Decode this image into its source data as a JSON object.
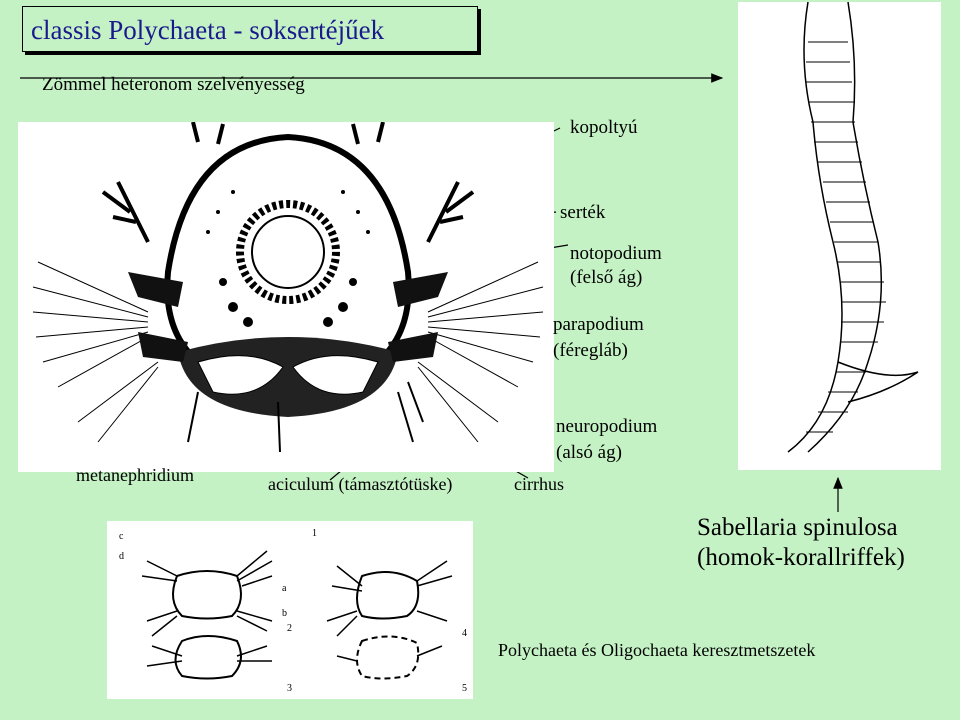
{
  "title": "classis Polychaeta - soksertéjűek",
  "subtitle": "Zömmel heteronom szelvényesség",
  "labels": {
    "kopoltyu": "kopoltyú",
    "sertek": "serték",
    "notopodium": "notopodium",
    "notopodium_sub": "(felső ág)",
    "parapodium": "parapodium",
    "parapodium_sub": "(féregláb)",
    "neuropodium": "neuropodium",
    "neuropodium_sub": "(alsó ág)",
    "metanephridium": "metanephridium",
    "aciculum": "aciculum (támasztótüske)",
    "cirrhus": "cirrhus"
  },
  "species": {
    "name": "Sabellaria spinulosa",
    "note": "(homok-korallriffek)"
  },
  "caption": "Polychaeta és Oligochaeta keresztmetszetek",
  "colors": {
    "background": "#c5f2c5",
    "title": "#1a1a8c"
  }
}
